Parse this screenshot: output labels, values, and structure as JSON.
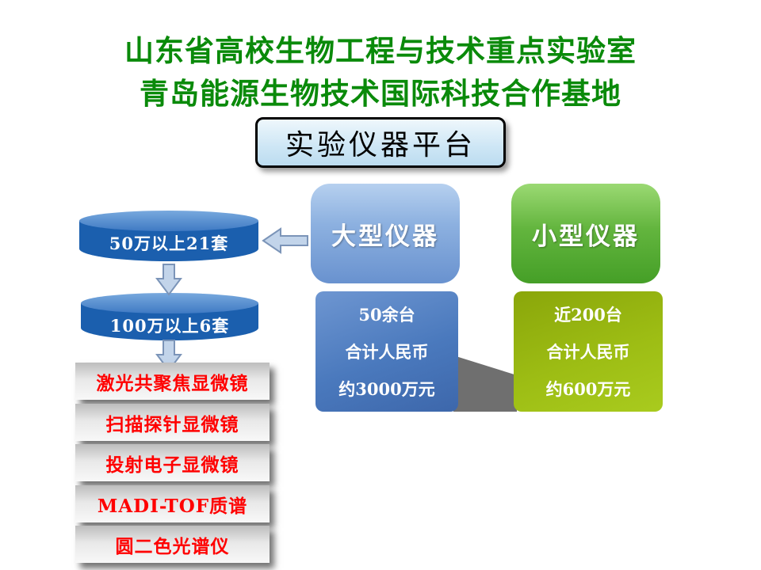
{
  "header": {
    "line1": "山东省高校生物工程与技术重点实验室",
    "line2": "青岛能源生物技术国际科技合作基地"
  },
  "platform": {
    "label": "实验仪器平台"
  },
  "large": {
    "label": "大型仪器",
    "stats": [
      "50余台",
      "合计人民币",
      "约3000万元"
    ]
  },
  "small": {
    "label": "小型仪器",
    "stats": [
      "近200台",
      "合计人民币",
      "约600万元"
    ]
  },
  "cylinders": [
    {
      "label": "50万以上21套"
    },
    {
      "label": "100万以上6套"
    }
  ],
  "equipment": {
    "items": [
      "激光共聚焦显微镜",
      "扫描探针显微镜",
      "投射电子显微镜",
      "MADI-TOF质谱",
      "圆二色光谱仪"
    ]
  },
  "colors": {
    "title_green": "#0A8A0A",
    "equipment_text_red": "#FF0000",
    "large_box_blue": "#6992CF",
    "small_box_green": "#459F27",
    "cylinder_blue": "#1B5FAE",
    "large_stats_blue": "#4A79BD",
    "small_stats_green": "#9DBD14",
    "arrow_fill": "#C2D4EA",
    "arrow_outline": "#7B94B8",
    "platform_box_fill": "#CDE6F5",
    "connector_gray": "#6F6F6F"
  }
}
